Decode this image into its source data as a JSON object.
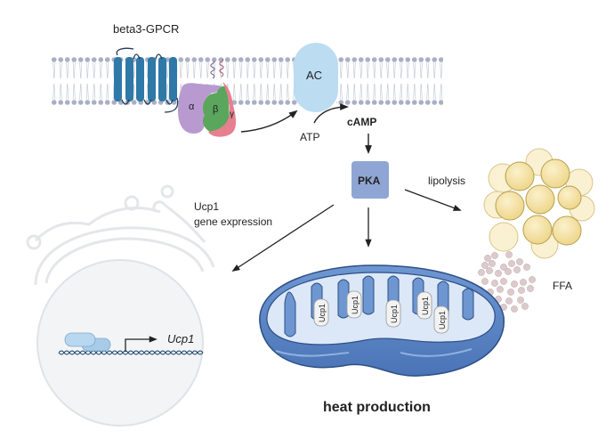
{
  "diagram": {
    "labels": {
      "receptor": "beta3-GPCR",
      "g_alpha": "α",
      "g_beta": "β",
      "g_gamma": "γ",
      "adenylyl_cyclase": "AC",
      "atp": "ATP",
      "camp": "cAMP",
      "pka": "PKA",
      "lipolysis": "lipolysis",
      "ucp1_expression_line1": "Ucp1",
      "ucp1_expression_line2": "gene expression",
      "gene": "Ucp1",
      "ffa": "FFA",
      "heat": "heat production",
      "ucp1_protein": [
        "Ucp1",
        "Ucp1",
        "Ucp1",
        "Ucp1",
        "Ucp1"
      ]
    },
    "colors": {
      "membrane_head": "#a9afc4",
      "gpcr": "#2f79a8",
      "g_alpha": "#b89ad0",
      "g_beta": "#5aa65c",
      "g_gamma": "#e77f8f",
      "ac": "#bcdcf2",
      "pka": "#8fa6d4",
      "mito_outer": "#5b86c5",
      "mito_inner": "#dce8f7",
      "fat": "#f6e3a6",
      "ffa": "#d8c4c8",
      "nucleus": "#f2f4f6"
    }
  }
}
